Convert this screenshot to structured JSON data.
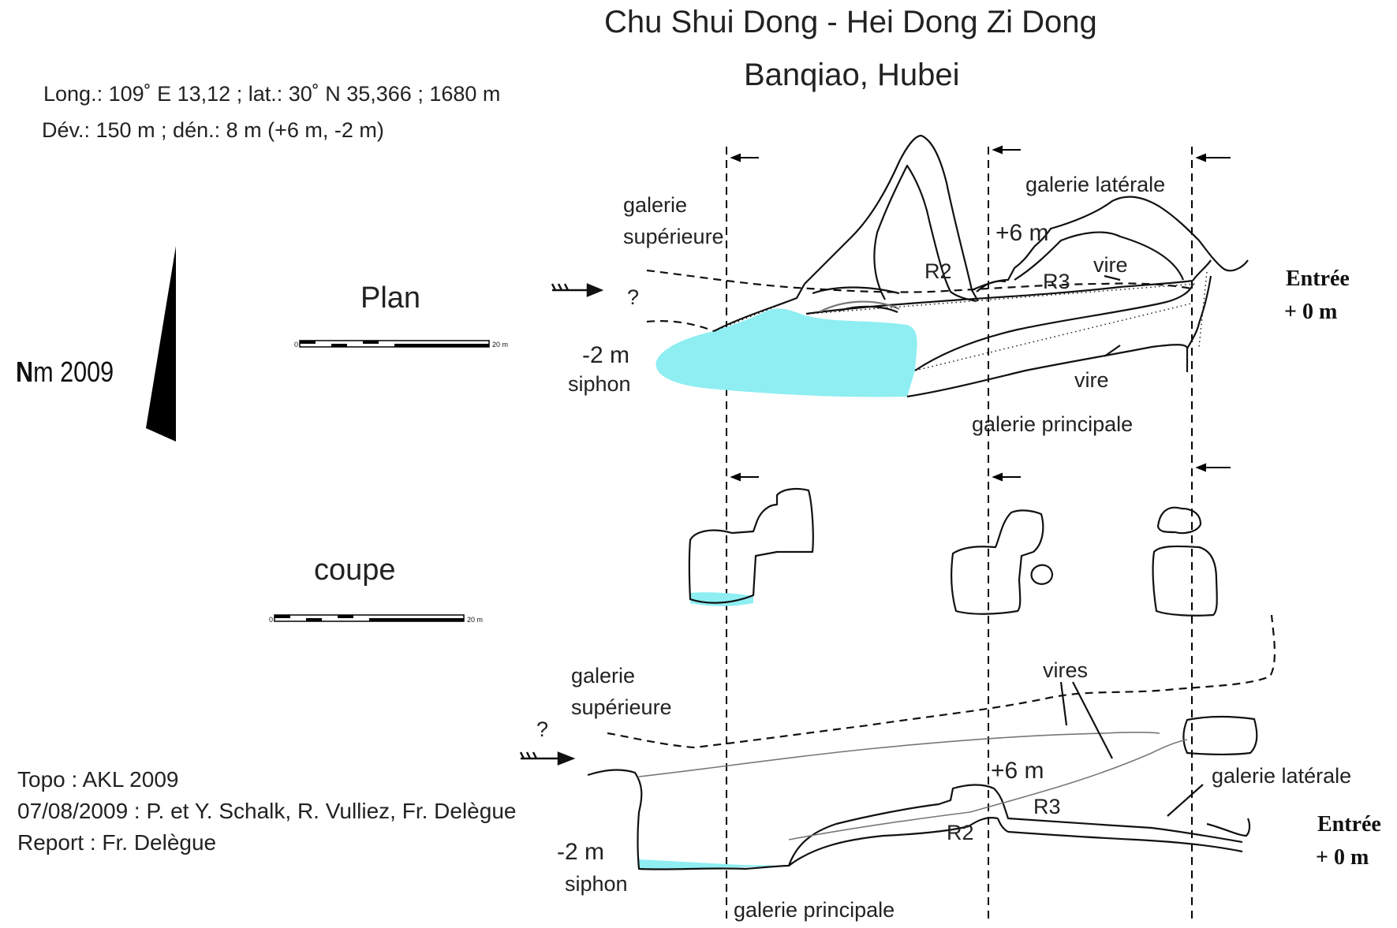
{
  "title": {
    "line1": "Chu Shui Dong - Hei Dong Zi Dong",
    "line2": "Banqiao, Hubei"
  },
  "meta": {
    "coords": "Long.:  109˚ E 13,12  ; lat.: 30˚ N 35,366  ; 1680 m",
    "dev": "Dév.: 150 m   ; dén.: 8 m (+6 m, -2 m)"
  },
  "north": {
    "n": "N",
    "label": "m 2009"
  },
  "plan": {
    "heading": "Plan",
    "scale_start": "0",
    "scale_end": "20 m",
    "labels": {
      "galerie_superieure_1": "galerie",
      "galerie_superieure_2": "supérieure",
      "question": "?",
      "siphon_depth": "-2 m",
      "siphon": "siphon",
      "galerie_laterale": "galerie latérale",
      "plus6": "+6 m",
      "r2": "R2",
      "r3": "R3",
      "vire_top": "vire",
      "vire_bottom": "vire",
      "galerie_principale": "galerie principale",
      "entree_1": "Entrée",
      "entree_2": "+ 0 m"
    }
  },
  "coupe": {
    "heading": "coupe",
    "scale_start": "0",
    "scale_end": "20 m",
    "labels": {
      "galerie_superieure_1": "galerie",
      "galerie_superieure_2": "supérieure",
      "question": "?",
      "vires": "vires",
      "plus6": "+6 m",
      "r3": "R3",
      "r2": "R2",
      "galerie_laterale": "galerie latérale",
      "siphon_depth": "-2 m",
      "siphon": "siphon",
      "galerie_principale": "galerie principale",
      "entree_1": "Entrée",
      "entree_2": "+ 0 m"
    }
  },
  "credits": {
    "topo": "Topo : AKL 2009",
    "team": "07/08/2009 : P. et Y. Schalk, R. Vulliez, Fr. Delègue",
    "report": "Report : Fr.  Delègue"
  },
  "colors": {
    "water": "#8eeef2",
    "ink": "#111111"
  }
}
